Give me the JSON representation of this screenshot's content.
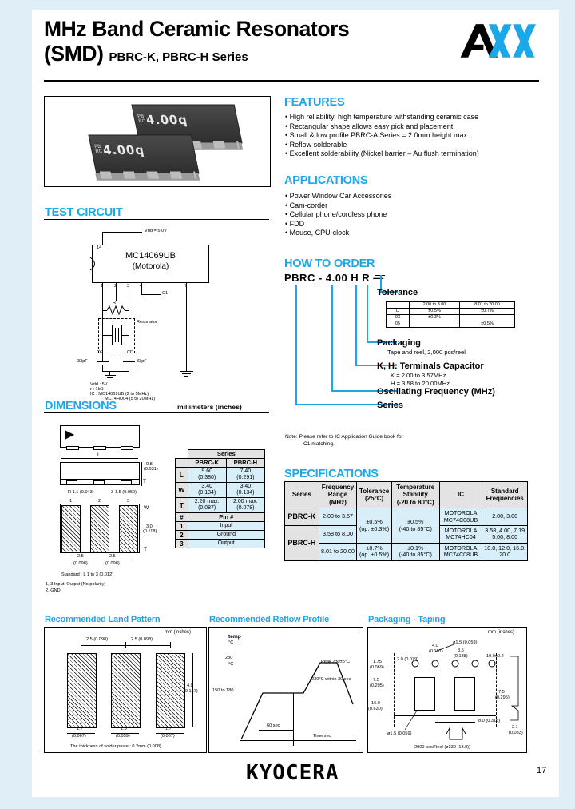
{
  "header": {
    "title_line1": "MHz Band Ceramic Resonators",
    "title_line2": "(SMD)",
    "title_series": "PBRC-K, PBRC-H Series",
    "logo": "AVX"
  },
  "features": {
    "heading": "FEATURES",
    "items": [
      "High reliability, high temperature withstanding ceramic case",
      "Rectangular shape allows easy pick and placement",
      "Small & low profile PBRC-A Series = 2.0mm height max.",
      "Reflow solderable",
      "Excellent solderability (Nickel barrier – Au flush termination)"
    ]
  },
  "applications": {
    "heading": "APPLICATIONS",
    "items": [
      "Power Window Car Accessories",
      "Cam-corder",
      "Cellular phone/cordless phone",
      "FDD",
      "Mouse, CPU-clock"
    ]
  },
  "test_circuit": {
    "heading": "TEST CIRCUIT",
    "ic_name": "MC14069UB",
    "ic_maker": "(Motorola)",
    "vdd_label": "Vdd = 5.0V",
    "pins": [
      "1",
      "2",
      "3",
      "4",
      "7"
    ],
    "c1_label": "C1",
    "r_label": "R",
    "resonator_label": "Resonator",
    "cg_label": "CG",
    "cd_label": "CD",
    "cap_left": "33pF",
    "cap_right": "33pF",
    "notes": [
      "Vdd : 5V",
      "r   : 1kΩ",
      "IC  : MC14069UB (2 to 5MHz)",
      "MC74HU04 (5 to 20MHz)"
    ]
  },
  "dimensions": {
    "heading": "DIMENSIONS",
    "unit_note": "millimeters (inches)",
    "series_header": "Series",
    "columns": [
      "PBRC-K",
      "PBRC-H"
    ],
    "rows": [
      {
        "key": "L",
        "k": "9.60",
        "k2": "(0.380)",
        "h": "7.40",
        "h2": "(0.291)"
      },
      {
        "key": "W",
        "k": "3.40",
        "k2": "(0.134)",
        "h": "3.40",
        "h2": "(0.134)"
      },
      {
        "key": "T",
        "k": "2.20 max.",
        "k2": "(0.087)",
        "h": "2.00 max.",
        "h2": "(0.078)"
      }
    ],
    "pin_header_hash": "#",
    "pin_header_label": "Pin #",
    "pins": [
      {
        "n": "1",
        "label": "Input"
      },
      {
        "n": "2",
        "label": "Ground"
      },
      {
        "n": "3",
        "label": "Output"
      }
    ],
    "drawing_labels": {
      "L": "L",
      "W": "W",
      "T": "T",
      "t08": "0.8",
      "t08in": "(0.031)",
      "terminal_l": "R 1.1 (0.043)",
      "terminal_r": "3-1.5 (0.059)",
      "pitch1": "2.5",
      "pitch1in": "(0.098)",
      "pitch2": "2.5",
      "pitch2in": "(0.098)",
      "w_dim": "3.0",
      "w_dimin": "(0.118)",
      "standard": "Standard : L 1 to 3 (0.012)",
      "foot1": "1, 3  Input, Output (No polarity)",
      "foot2": "2.    GND"
    }
  },
  "how_to_order": {
    "heading": "HOW TO ORDER",
    "code_parts": [
      "PBRC",
      "-",
      "4.00",
      "H",
      "R",
      "—"
    ],
    "code_text": "PBRC - 4.00  H R   —",
    "tolerance": {
      "label": "Tolerance",
      "col_headers": [
        "",
        "2.00 to 8.00",
        "8.01 to 20.00"
      ],
      "rows": [
        {
          "code": "D",
          "c1": "±0.5%",
          "c2": "±0.7%"
        },
        {
          "code": "03",
          "c1": "±0.3%",
          "c2": "—"
        },
        {
          "code": "05",
          "c1": "",
          "c2": "±0.5%"
        }
      ]
    },
    "packaging": {
      "label": "Packaging",
      "detail": "Tape and reel, 2,000 pcs/reel"
    },
    "terminals": {
      "label": "K, H: Terminals Capacitor",
      "detail1": "K = 2.00 to 3.57MHz",
      "detail2": "H = 3.58 to 20.00MHz"
    },
    "frequency": {
      "label": "Oscillating Frequency (MHz)"
    },
    "series": {
      "label": "Series"
    },
    "note_line1": "Note:  Please refer to IC Application Guide book for",
    "note_line2": "C1 matching."
  },
  "specifications": {
    "heading": "SPECIFICATIONS",
    "columns": [
      "Series",
      "Frequency Range (MHz)",
      "Tolerance (25°C)",
      "Temperature Stability (-20 to 80°C)",
      "IC",
      "Standard Frequencies"
    ],
    "col_series": "Series",
    "col_freq_1": "Frequency",
    "col_freq_2": "Range",
    "col_freq_3": "(MHz)",
    "col_tol_1": "Tolerance",
    "col_tol_2": "(25°C)",
    "col_temp_1": "Temperature",
    "col_temp_2": "Stability",
    "col_temp_3": "(-20 to 80°C)",
    "col_ic": "IC",
    "col_std_1": "Standard",
    "col_std_2": "Frequencies",
    "rows": [
      {
        "series": "PBRC-K",
        "freq": "2.00 to 3.57",
        "tol_1": "±0.5%",
        "tol_2": "(op. ±0.3%)",
        "temp_1": "±0.5%",
        "temp_2": "(-40 to 85°C)",
        "ic_1": "MOTOROLA",
        "ic_2": "MC74C08UB",
        "std": "2.00, 3.00"
      },
      {
        "series": "PBRC-H",
        "freq": "3.58 to 8.00",
        "tol_1": "",
        "tol_2": "",
        "temp_1": "",
        "temp_2": "",
        "ic_1": "MOTOROLA",
        "ic_2": "MC74HC04",
        "std": "3.58, 4.00, 7.19 5.00, 8.00"
      },
      {
        "series": "",
        "freq": "8.01 to 20.00",
        "tol_1": "±0.7%",
        "tol_2": "(op. ±0.5%)",
        "temp_1": "±0.1%",
        "temp_2": "(-40 to 85°C)",
        "ic_1": "MOTOROLA",
        "ic_2": "MC74C08UB",
        "std": "10.0, 12.0, 16.0, 20.0"
      }
    ]
  },
  "land_pattern": {
    "heading": "Recommended Land Pattern",
    "unit_note": "mm (inches)",
    "top_dim_1": "2.5 (0.098)",
    "top_dim_2": "2.5 (0.098)",
    "right_dim_1": "4.0",
    "right_dim_2": "(0.157)",
    "pad_dims": [
      {
        "v": "1.7",
        "i": "(0.067)"
      },
      {
        "v": "1.5",
        "i": "(0.059)"
      },
      {
        "v": "1.7",
        "i": "(0.067)"
      }
    ],
    "footnote": "The thickness of solder paste : 0.2mm (0.008)"
  },
  "reflow": {
    "heading": "Recommended Reflow Profile",
    "y_label_1": "temp",
    "y_label_2": "°C",
    "peak_tick": "230",
    "peak_tick_unit": "°C",
    "plateau": "150 to 180",
    "peak_label": "Peak 230±5°C",
    "above_label": "230°C within 30 sec",
    "dwell_label": "60 sec",
    "x_label": "Time  sec"
  },
  "packaging_taping": {
    "heading": "Packaging - Taping",
    "unit_note": "mm (inches)",
    "labels": [
      "1.75",
      "(0.069)",
      "2.0 (0.079)",
      "4.0",
      "(0.157)",
      "ø1.5 (0.059)",
      "3.5",
      "(0.138)",
      "10.0±0.2",
      "7.5",
      "(0.295)",
      "7.5",
      "(0.295)",
      "16.0",
      "(0.630)",
      "8.0 (0.315)",
      "ø1.5 (0.059)",
      "2.1",
      "(0.083)"
    ],
    "footnote": "2000 pcs/Reel (ø330 (13.0))"
  },
  "footer": {
    "brand": "KYOCERA",
    "page": "17"
  },
  "colors": {
    "accent": "#1ba7e8",
    "page_bg": "#dfeef7",
    "table_fill": "#d8eef9",
    "table_header": "#e3e3e3"
  }
}
